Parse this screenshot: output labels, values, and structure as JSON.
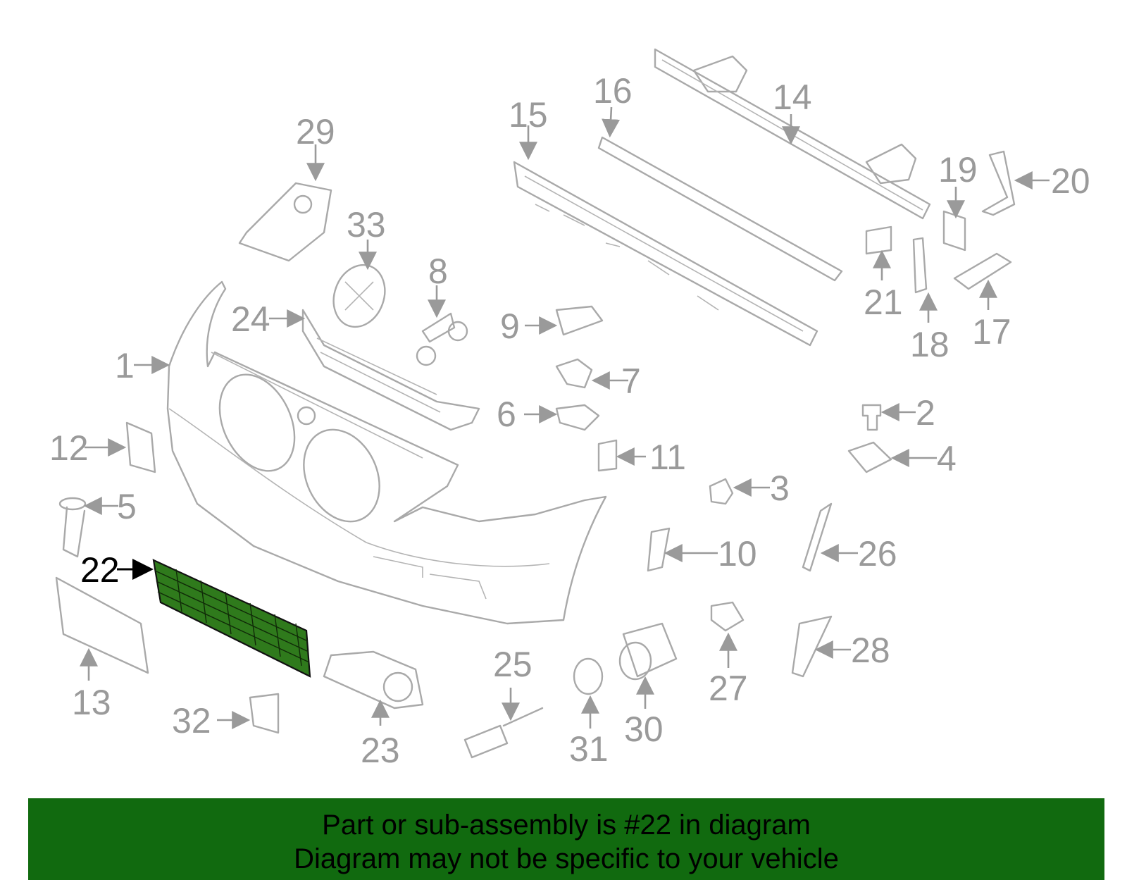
{
  "diagram": {
    "highlighted_part": "22",
    "callouts": [
      "1",
      "2",
      "3",
      "4",
      "5",
      "6",
      "7",
      "8",
      "9",
      "10",
      "11",
      "12",
      "13",
      "14",
      "15",
      "16",
      "17",
      "18",
      "19",
      "20",
      "21",
      "22",
      "23",
      "24",
      "25",
      "26",
      "27",
      "28",
      "29",
      "30",
      "31",
      "32",
      "33"
    ],
    "colors": {
      "part_stroke": "#a9a9a9",
      "highlight": "#2f7a1c",
      "banner_bg": "#116a0f",
      "label_gray": "#9a9a9a"
    }
  },
  "banner": {
    "line1": "Part or sub-assembly is #22 in diagram",
    "line2": "Diagram may not be specific to your vehicle"
  }
}
